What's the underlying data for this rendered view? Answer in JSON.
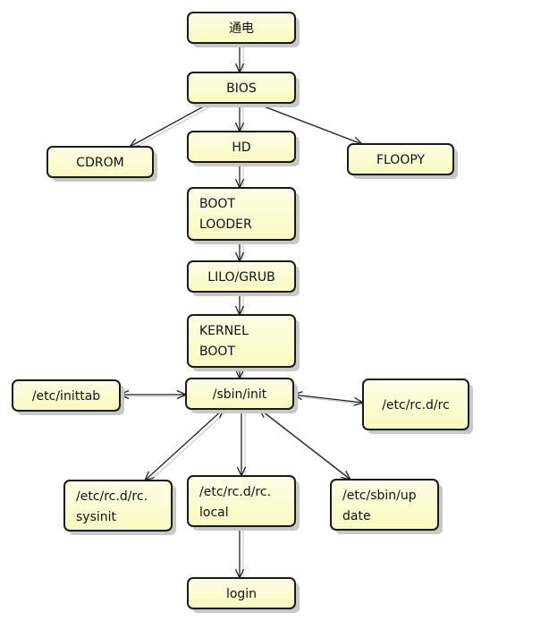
{
  "diagram": {
    "nodes": [
      {
        "id": "power_on",
        "lines": [
          "通电"
        ]
      },
      {
        "id": "bios",
        "lines": [
          "BIOS"
        ]
      },
      {
        "id": "cdrom",
        "lines": [
          "CDROM"
        ]
      },
      {
        "id": "hd",
        "lines": [
          "HD"
        ]
      },
      {
        "id": "floopy",
        "lines": [
          "FLOOPY"
        ]
      },
      {
        "id": "boot_looder",
        "lines": [
          "BOOT",
          "LOODER"
        ]
      },
      {
        "id": "lilo_grub",
        "lines": [
          "LILO/GRUB"
        ]
      },
      {
        "id": "kernel_boot",
        "lines": [
          "KERNEL",
          "BOOT"
        ]
      },
      {
        "id": "etc_inittab",
        "lines": [
          "/etc/inittab"
        ]
      },
      {
        "id": "sbin_init",
        "lines": [
          "/sbin/init"
        ]
      },
      {
        "id": "etc_rcd_rc",
        "lines": [
          "/etc/rc.d/rc"
        ]
      },
      {
        "id": "rc_sysinit",
        "lines": [
          "/etc/rc.d/rc.",
          "sysinit"
        ]
      },
      {
        "id": "rc_local",
        "lines": [
          "/etc/rc.d/rc.",
          "local"
        ]
      },
      {
        "id": "sbin_update",
        "lines": [
          "/etc/sbin/up",
          "date"
        ]
      },
      {
        "id": "login",
        "lines": [
          "login"
        ]
      }
    ],
    "edges": [
      {
        "from": "power_on",
        "to": "bios",
        "direction": "forward"
      },
      {
        "from": "bios",
        "to": "cdrom",
        "direction": "forward"
      },
      {
        "from": "bios",
        "to": "hd",
        "direction": "forward"
      },
      {
        "from": "bios",
        "to": "floopy",
        "direction": "forward"
      },
      {
        "from": "hd",
        "to": "boot_looder",
        "direction": "forward"
      },
      {
        "from": "boot_looder",
        "to": "lilo_grub",
        "direction": "forward"
      },
      {
        "from": "lilo_grub",
        "to": "kernel_boot",
        "direction": "forward"
      },
      {
        "from": "kernel_boot",
        "to": "sbin_init",
        "direction": "forward"
      },
      {
        "from": "sbin_init",
        "to": "etc_inittab",
        "direction": "both"
      },
      {
        "from": "sbin_init",
        "to": "etc_rcd_rc",
        "direction": "both"
      },
      {
        "from": "sbin_init",
        "to": "rc_sysinit",
        "direction": "both"
      },
      {
        "from": "sbin_init",
        "to": "rc_local",
        "direction": "forward"
      },
      {
        "from": "sbin_init",
        "to": "sbin_update",
        "direction": "both"
      },
      {
        "from": "rc_local",
        "to": "login",
        "direction": "forward"
      }
    ]
  },
  "colors": {
    "node_fill_top": "#fdfde6",
    "node_fill_bottom": "#fafac0",
    "node_border": "#1a1a1a",
    "edge": "#222222",
    "text": "#111111"
  }
}
